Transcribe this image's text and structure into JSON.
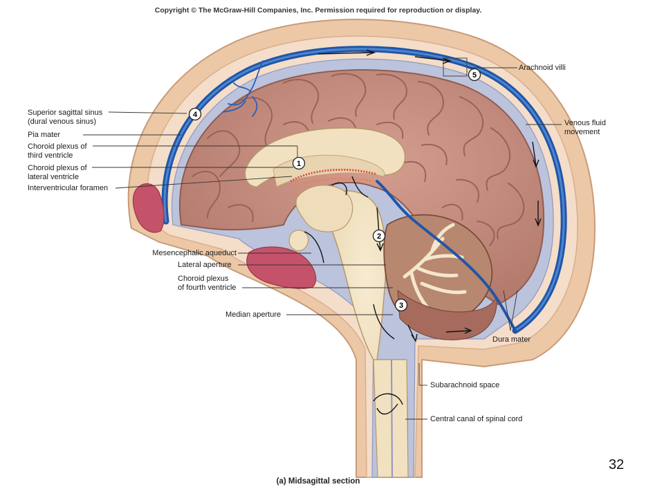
{
  "copyright": "Copyright © The McGraw-Hill Companies, Inc. Permission required for reproduction or display.",
  "caption": "(a) Midsagittal section",
  "page_number": "32",
  "step_markers": [
    "1",
    "2",
    "3",
    "4",
    "5"
  ],
  "labels_left": [
    "Superior sagittal sinus\n(dural venous sinus)",
    "Pia mater",
    "Choroid plexus of\nthird ventricle",
    "Choroid plexus of\nlateral ventricle",
    "Interventricular foramen"
  ],
  "labels_middle": [
    "Mesencephalic aqueduct",
    "Lateral aperture",
    "Choroid plexus\nof fourth ventricle",
    "Median aperture"
  ],
  "labels_right": [
    "Arachnoid villi",
    "Venous fluid\nmovement",
    "Dura mater",
    "Subarachnoid space",
    "Central canal of spinal cord"
  ],
  "colors": {
    "bone": "#e8c6a4",
    "dura": "#f2dcc6",
    "subarachnoid": "#b9c0d8",
    "sinus": "#1f56a8",
    "brain": "#c99386",
    "brain_dark": "#8f5c52",
    "brainstem": "#f1e1c0",
    "sinus_cavity": "#c4536a",
    "cerebellum_white": "#f3e7cc"
  }
}
